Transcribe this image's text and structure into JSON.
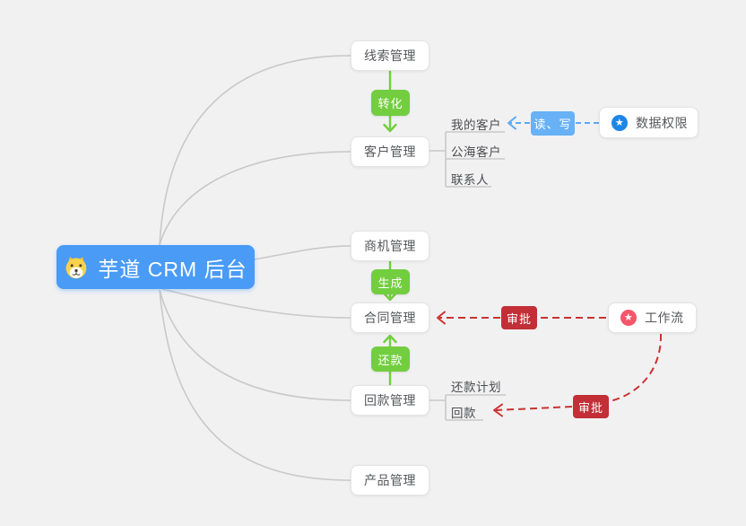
{
  "root": {
    "label": "芋道 CRM 后台",
    "icon": "dog-face"
  },
  "branches": [
    {
      "label": "线索管理"
    },
    {
      "label": "客户管理"
    },
    {
      "label": "商机管理"
    },
    {
      "label": "合同管理"
    },
    {
      "label": "回款管理"
    },
    {
      "label": "产品管理"
    }
  ],
  "customer_children": [
    {
      "label": "我的客户"
    },
    {
      "label": "公海客户"
    },
    {
      "label": "联系人"
    }
  ],
  "receivable_children": [
    {
      "label": "还款计划"
    },
    {
      "label": "回款"
    }
  ],
  "side_nodes": {
    "data_permission": {
      "label": "数据权限",
      "icon": "star"
    },
    "workflow": {
      "label": "工作流",
      "icon": "star"
    }
  },
  "edge_labels": {
    "convert": "转化",
    "generate": "生成",
    "repay": "还款",
    "read_write": "读、写",
    "approve_contract": "审批",
    "approve_receivable": "审批"
  },
  "icons": {
    "star": "★"
  },
  "colors": {
    "background": "#f1f1f2",
    "root_bg": "#4a9bf6",
    "green": "#72ce3f",
    "blue_dash": "#5aa9f5",
    "blue_tag": "#68b1f6",
    "red_dash": "#cb3332",
    "red_tag": "#c22f36",
    "star_blue": "#1d87e9",
    "star_red": "#f5566a",
    "line_gray": "#c9c9c9"
  }
}
